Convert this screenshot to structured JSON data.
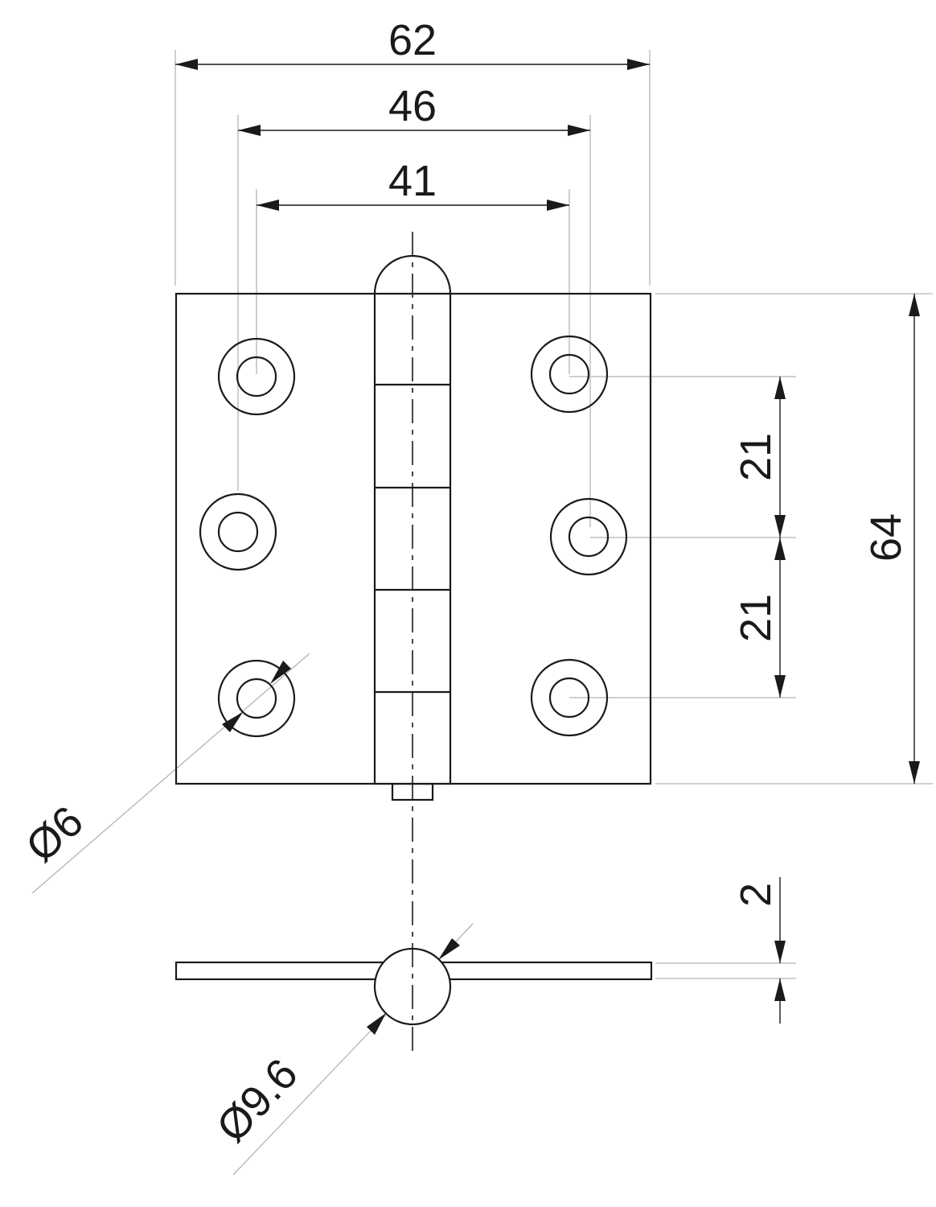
{
  "dimensions": {
    "overall_width": "62",
    "outer_hole_pitch": "46",
    "inner_hole_pitch": "41",
    "overall_height": "64",
    "hole_spacing_upper": "21",
    "hole_spacing_lower": "21",
    "hole_diameter": "Ø6",
    "plate_thickness": "2",
    "knuckle_diameter": "Ø9.6"
  },
  "colors": {
    "line": "#1a1a1a",
    "extension_line": "#b5b5b5",
    "background": "#ffffff"
  }
}
